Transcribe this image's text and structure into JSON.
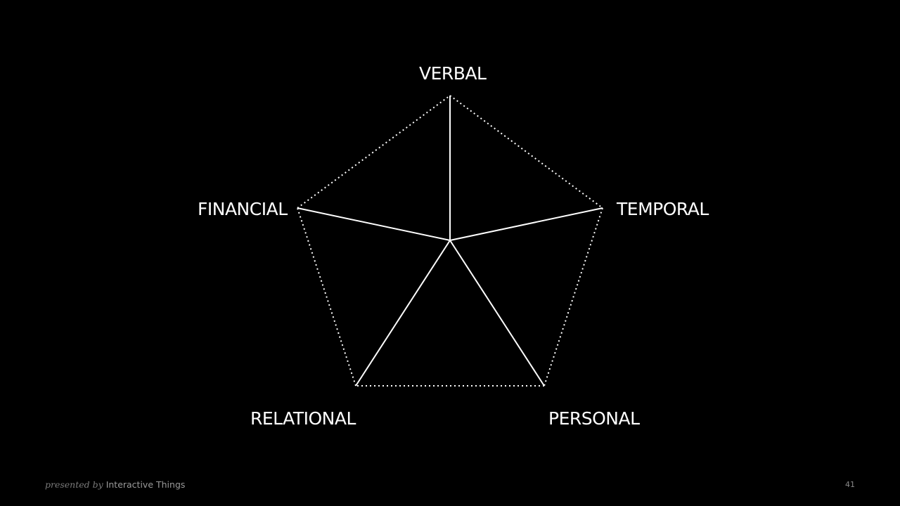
{
  "diagram": {
    "axes": [
      {
        "key": "verbal",
        "label": "VERBAL"
      },
      {
        "key": "temporal",
        "label": "TEMPORAL"
      },
      {
        "key": "personal",
        "label": "PERSONAL"
      },
      {
        "key": "relational",
        "label": "RELATIONAL"
      },
      {
        "key": "financial",
        "label": "FINANCIAL"
      }
    ],
    "line_color": "#ffffff",
    "outline_style": "dotted",
    "spoke_style": "solid"
  },
  "footer": {
    "prefix": "presented by",
    "brand": "Interactive Things"
  },
  "page_number": "41"
}
